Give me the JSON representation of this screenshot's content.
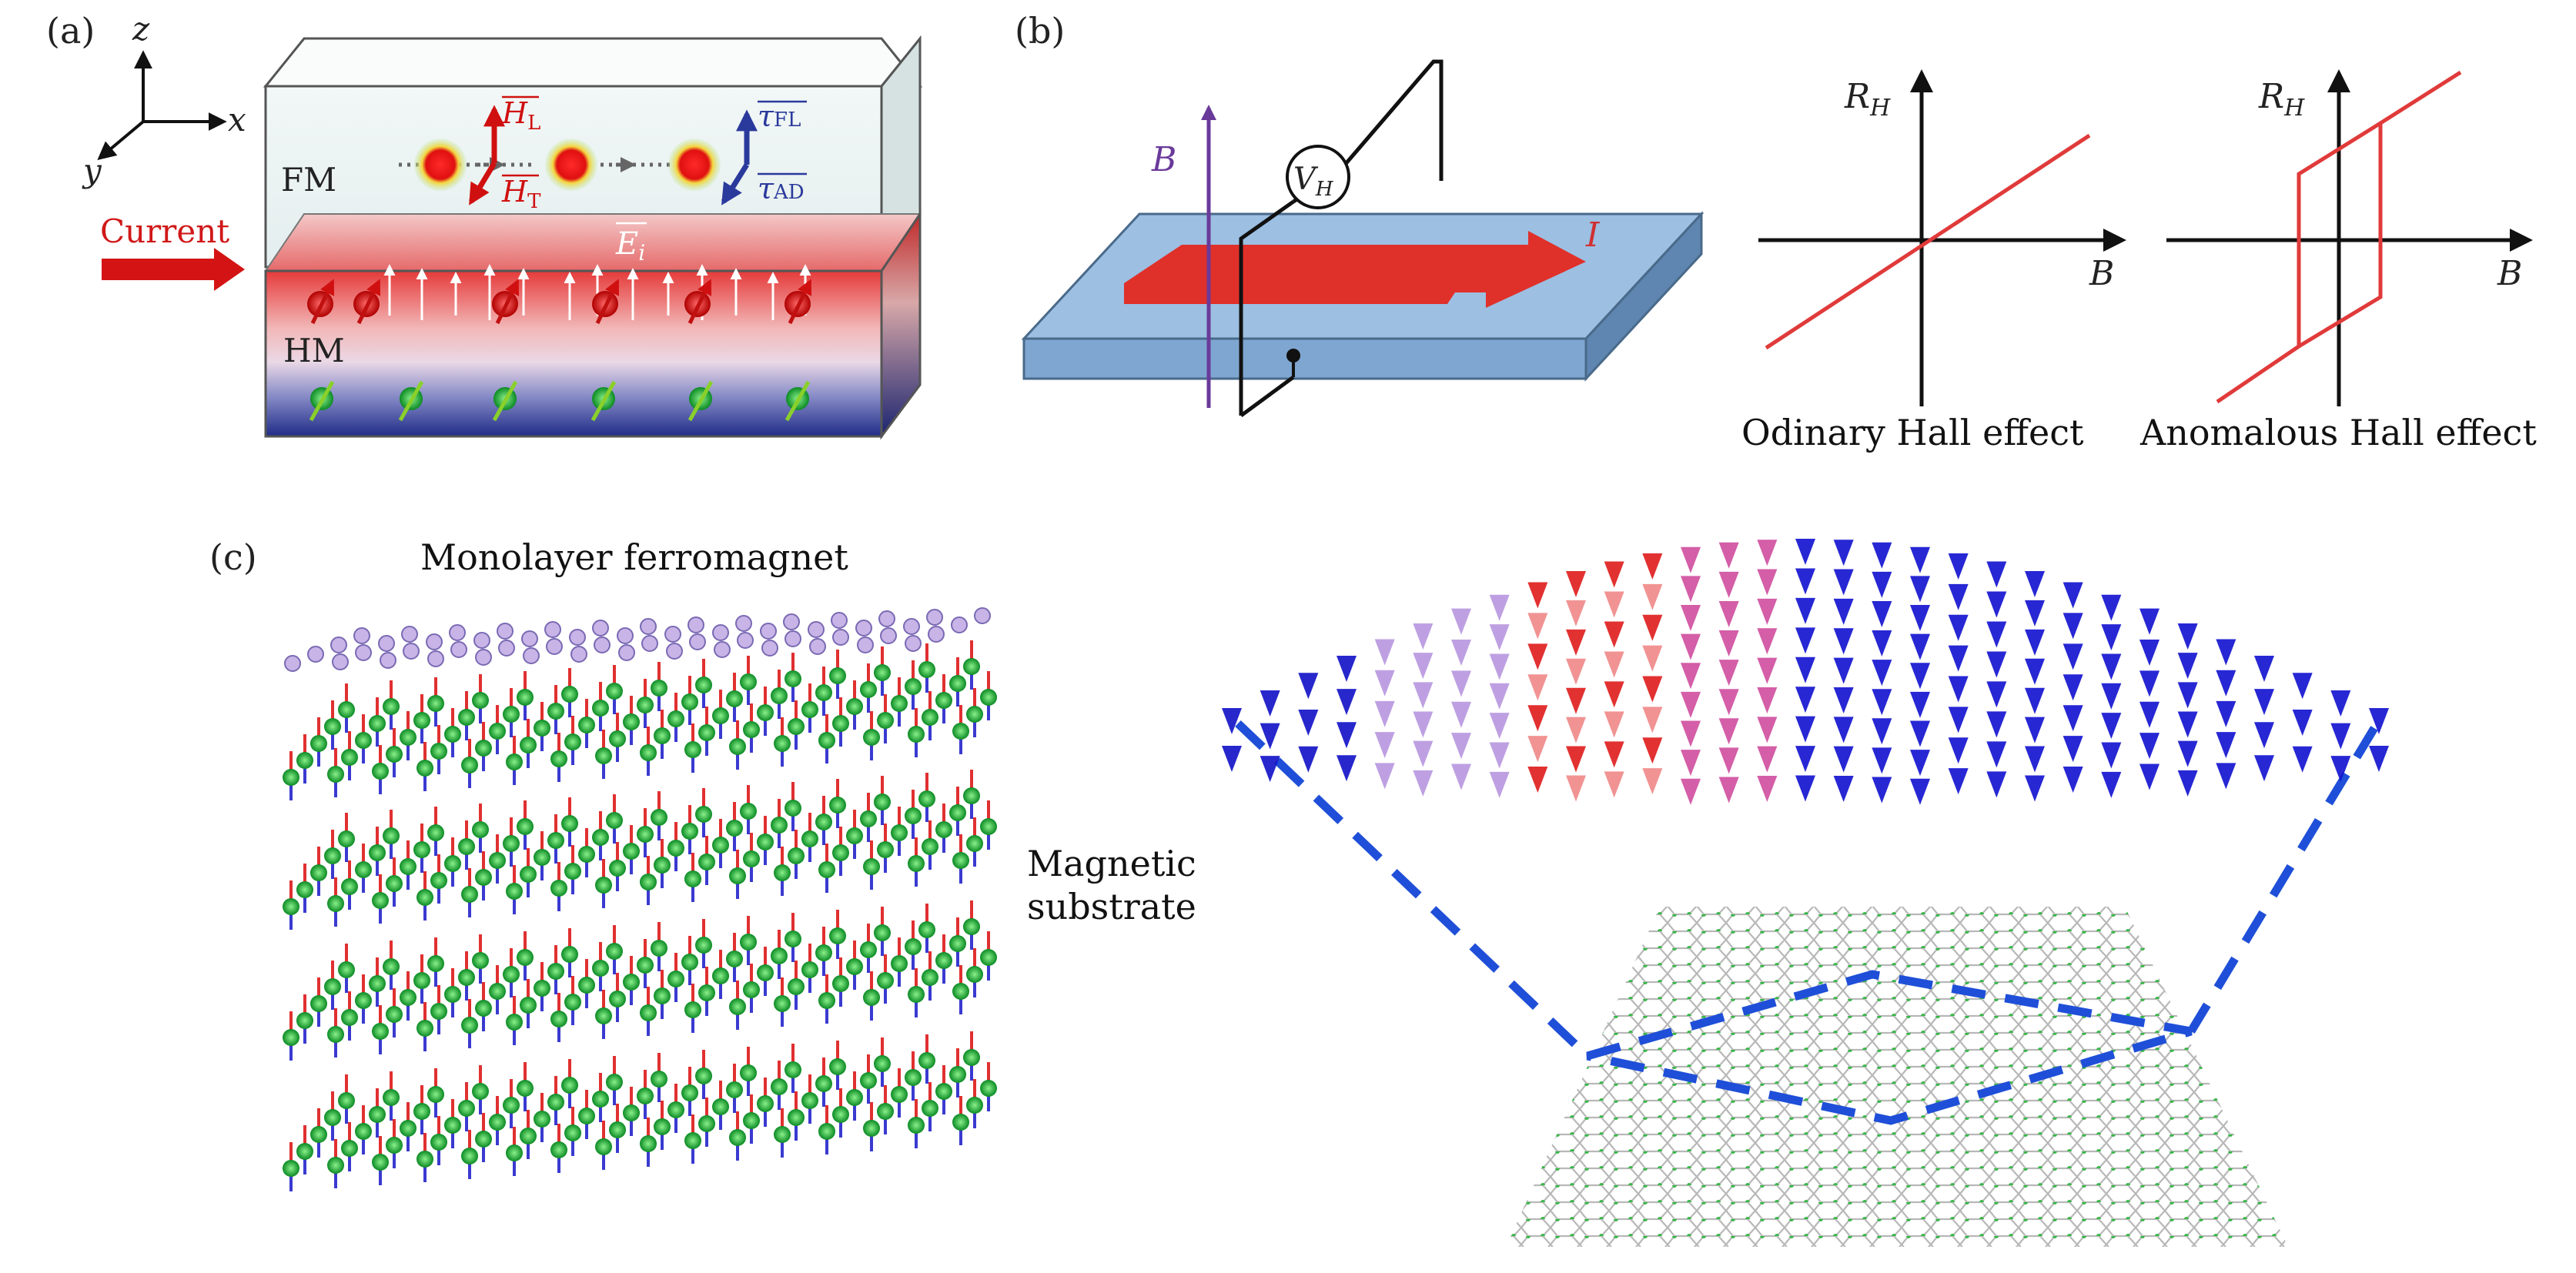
{
  "panel_a": {
    "label": "(a)",
    "axis_x": "x",
    "axis_y": "y",
    "axis_z": "z",
    "current_label": "Current",
    "fm_label": "FM",
    "hm_label": "HM",
    "field_labels": {
      "h_l_main": "H",
      "h_l_sub": "L",
      "h_t_main": "H",
      "h_t_sub": "T",
      "tau_fl_main": "τ",
      "tau_fl_sub": "FL",
      "tau_ad_main": "τ",
      "tau_ad_sub": "AD",
      "e_i_main": "E",
      "e_i_sub": "i"
    },
    "colors": {
      "fm_top": "#e9f1f1",
      "hm_red": "#e03030",
      "hm_blue": "#22308a",
      "spin_red": "#d41010",
      "spin_green": "#16a830",
      "torque_blue": "#2a3a9c"
    }
  },
  "panel_b": {
    "label": "(b)",
    "b_label": "B",
    "vh_main": "V",
    "vh_sub": "H",
    "i_label": "I",
    "ohe": {
      "ylabel_main": "R",
      "ylabel_sub": "H",
      "xlabel": "B",
      "caption": "Odinary Hall effect"
    },
    "ahe": {
      "ylabel_main": "R",
      "ylabel_sub": "H",
      "xlabel": "B",
      "caption": "Anomalous Hall effect"
    },
    "colors": {
      "slab": "#8fb4dc",
      "arrow": "#e0302a",
      "curve": "#e03a3a",
      "b_arrow": "#6a3a9a"
    }
  },
  "panel_c": {
    "label": "(c)",
    "monolayer_label": "Monolayer ferromagnet",
    "substrate_label_1": "Magnetic",
    "substrate_label_2": "substrate",
    "colors": {
      "atom_green": "#1fae3a",
      "spin_red": "#e03030",
      "spin_blue": "#3a3ad0",
      "cone_red": "#e02020",
      "cone_blue": "#1515d0",
      "dash": "#1f4fd8"
    }
  }
}
